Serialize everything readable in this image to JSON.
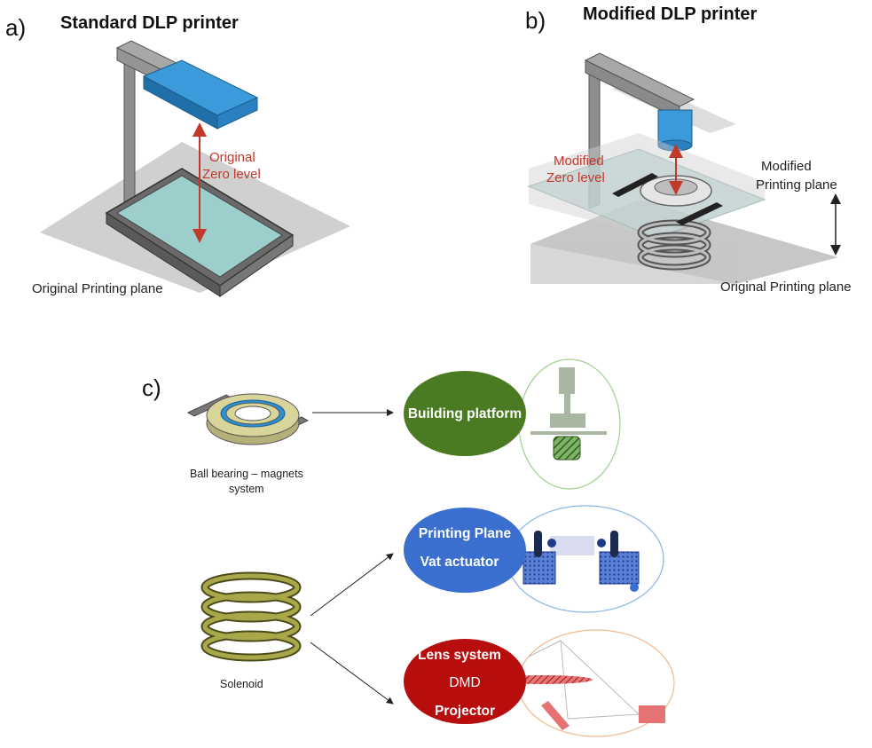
{
  "panel_a": {
    "letter": "a)",
    "title": "Standard DLP printer",
    "zero_label_line1": "Original",
    "zero_label_line2": "Zero level",
    "plane_label": "Original Printing plane"
  },
  "panel_b": {
    "letter": "b)",
    "title": "Modified DLP printer",
    "zero_label_line1": "Modified",
    "zero_label_line2": "Zero level",
    "mod_plane_line1": "Modified",
    "mod_plane_line2": "Printing plane",
    "orig_plane_label": "Original Printing plane"
  },
  "panel_c": {
    "letter": "c)",
    "bearing_caption_line1": "Ball bearing – magnets",
    "bearing_caption_line2": "system",
    "solenoid_caption": "Solenoid",
    "building_platform": "Building platform",
    "printing_plane": "Printing Plane",
    "vat_actuator": "Vat actuator",
    "lens_system": "Lens system",
    "dmd": "DMD",
    "projector": "Projector"
  },
  "colors": {
    "gray_frame": "#9a9a9a",
    "blue_projector": "#2e86c1",
    "red_label": "#c0392b",
    "green": "#4a7a22",
    "blue_ellipse": "#3a6fcf",
    "red_ellipse": "#b70d0d",
    "olive_coil": "#8c8c3a",
    "bearing": "#c8c48a"
  }
}
